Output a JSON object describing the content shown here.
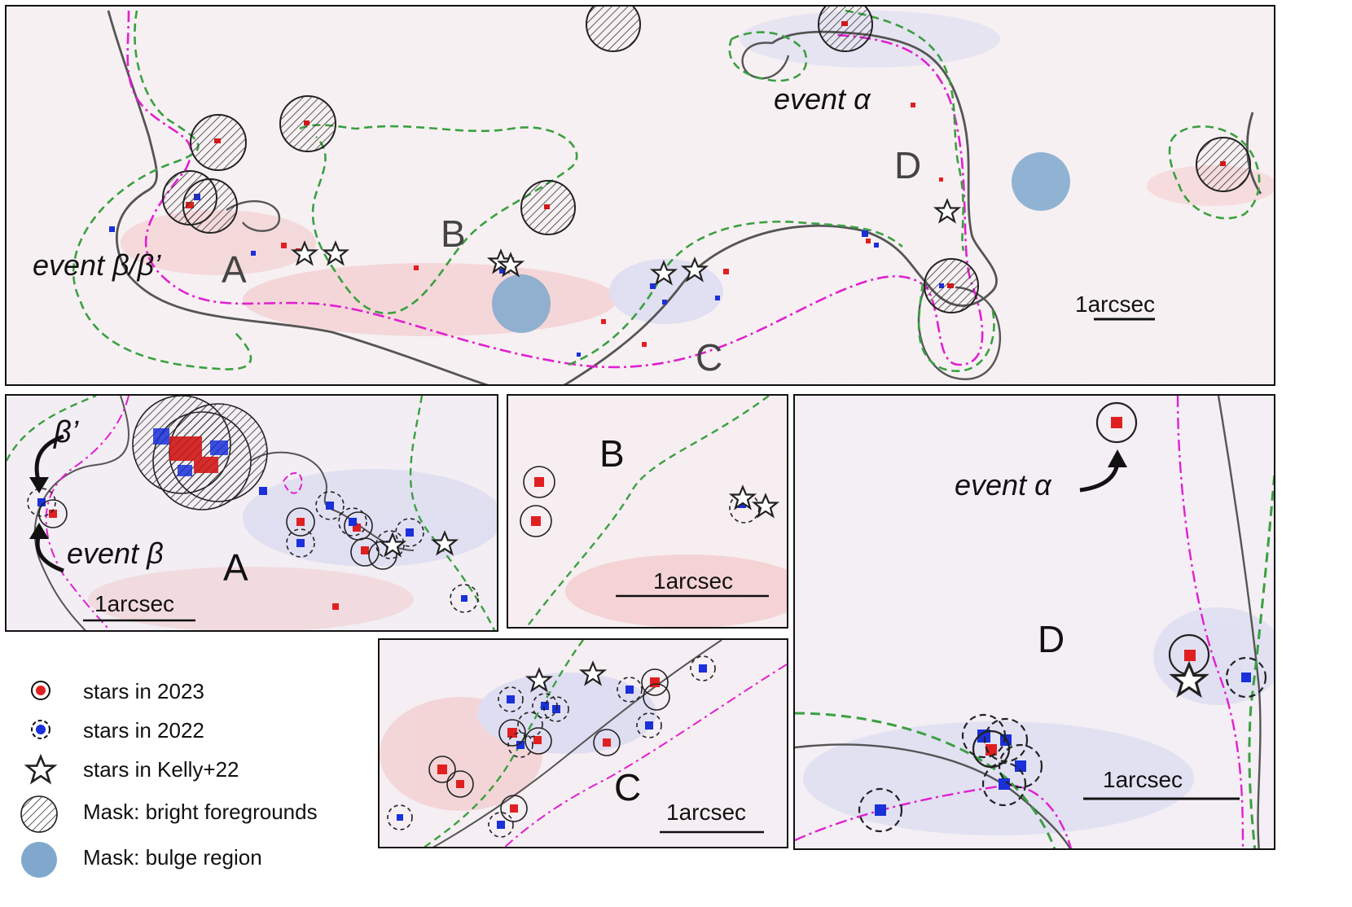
{
  "top_panel": {
    "region_labels": [
      "A",
      "B",
      "C",
      "D"
    ],
    "event_alpha_label": "event α",
    "event_beta_label": "event β/β’",
    "scale_label": "1arcsec"
  },
  "panel_a": {
    "region_label": "A",
    "beta_prime_label": "β’",
    "event_beta_label": "event β",
    "scale_label": "1arcsec"
  },
  "panel_b": {
    "region_label": "B",
    "scale_label": "1arcsec"
  },
  "panel_c": {
    "region_label": "C",
    "scale_label": "1arcsec"
  },
  "panel_d": {
    "region_label": "D",
    "event_alpha_label": "event α",
    "scale_label": "1arcsec"
  },
  "legend": {
    "items": [
      {
        "label": "stars in 2023",
        "icon": "red-star-solid-circle"
      },
      {
        "label": "stars in 2022",
        "icon": "blue-star-dashed-circle"
      },
      {
        "label": "stars in Kelly+22",
        "icon": "star-outline"
      },
      {
        "label": "Mask: bright foregrounds",
        "icon": "hatched-circle"
      },
      {
        "label": "Mask: bulge region",
        "icon": "blue-filled-circle"
      }
    ]
  },
  "colors": {
    "positive": "#e02020",
    "negative": "#1a30d8",
    "critical_curve": "#555555",
    "magenta_curve": "#e020d0",
    "green_curve": "#3aa040",
    "bulge_mask": "#7fa8cc"
  }
}
